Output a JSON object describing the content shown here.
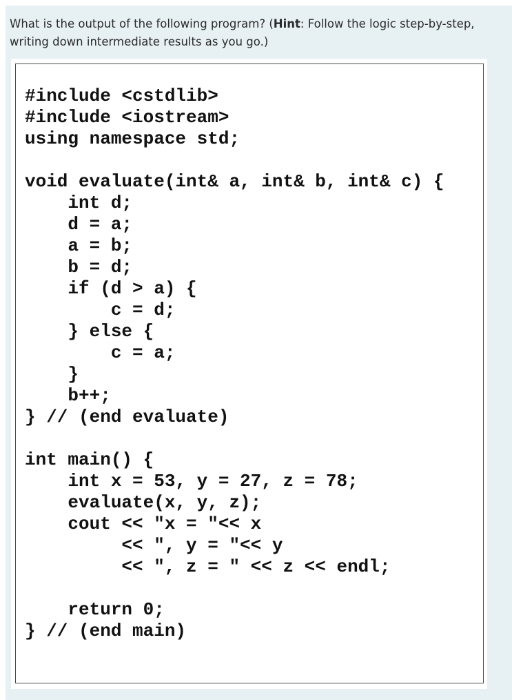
{
  "question": {
    "prefix": "What is the output of the following program? (",
    "hint_label": "Hint",
    "hint_text": ": Follow the logic step-by-step, writing down intermediate results as you go.)"
  },
  "code_lines": [
    "#include <cstdlib>",
    "#include <iostream>",
    "using namespace std;",
    "",
    "void evaluate(int& a, int& b, int& c) {",
    "    int d;",
    "    d = a;",
    "    a = b;",
    "    b = d;",
    "    if (d > a) {",
    "        c = d;",
    "    } else {",
    "        c = a;",
    "    }",
    "    b++;",
    "} // (end evaluate)",
    "",
    "int main() {",
    "    int x = 53, y = 27, z = 78;",
    "    evaluate(x, y, z);",
    "    cout << \"x = \"<< x",
    "         << \", y = \"<< y",
    "         << \", z = \" << z << endl;",
    "",
    "    return 0;",
    "} // (end main)"
  ]
}
